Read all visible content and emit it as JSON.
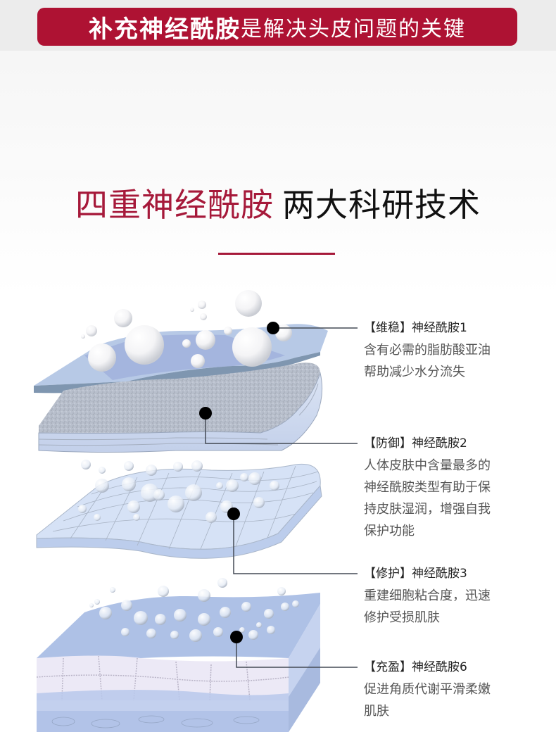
{
  "banner": {
    "strong_text": "补充神经酰胺",
    "light_text": "是解决头皮问题的关键",
    "bg_color": "#ae1233"
  },
  "heading": {
    "red_text": "四重神经酰胺",
    "black_text": "两大科研技术",
    "accent_color": "#a6193a"
  },
  "layers": [
    {
      "title": "【维稳】神经酰胺1",
      "description": [
        "含有必需的脂肪酸亚油",
        "帮助减少水分流失"
      ]
    },
    {
      "title": "【防御】神经酰胺2",
      "description": [
        "人体皮肤中含量最多的",
        "神经酰胺类型有助于保",
        "持皮肤湿润，增强自我",
        "保护功能"
      ]
    },
    {
      "title": "【修护】神经酰胺3",
      "description": [
        "重建细胞粘合度，迅速",
        "修护受损肌肤"
      ]
    },
    {
      "title": "【充盈】神经酰胺6",
      "description": [
        "促进角质代谢平滑柔嫩",
        "肌肤"
      ]
    }
  ],
  "illustration": {
    "icons": [
      "skin-layer-1-icon",
      "skin-layer-2-icon",
      "skin-layer-3-icon",
      "skin-layer-4-icon",
      "pointer-dot-icon"
    ],
    "layer_color": "#b5c8e6",
    "edge_color": "#7f96b0"
  }
}
